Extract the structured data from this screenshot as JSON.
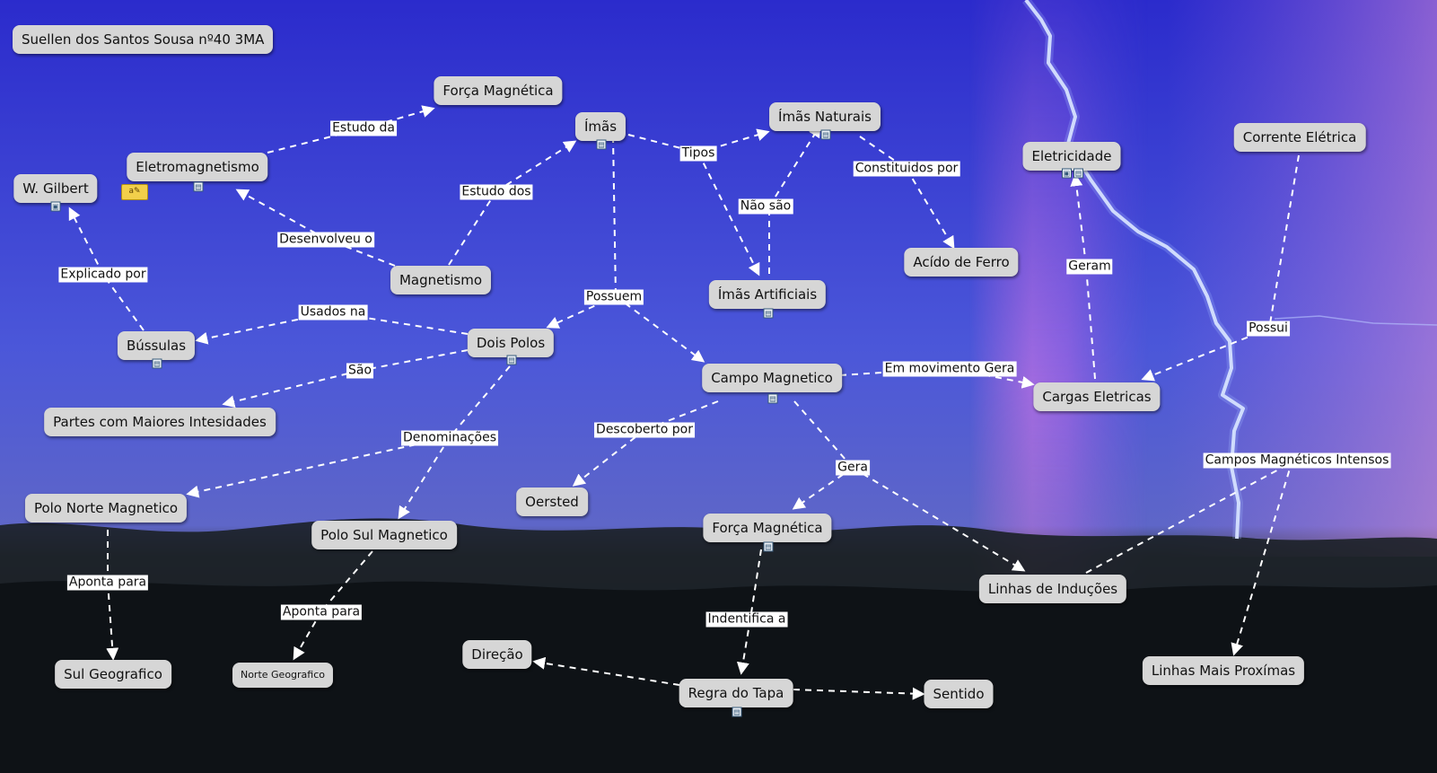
{
  "title": "Suellen dos Santos Sousa nº40 3MA",
  "nodes": {
    "forca_magnetica_top": "Força Magnética",
    "imas": "Ímãs",
    "imas_naturais": "Ímãs Naturais",
    "eletricidade": "Eletricidade",
    "corrente_eletrica": "Corrente Elétrica",
    "eletromagnetismo": "Eletromagnetismo",
    "w_gilbert": "W. Gilbert",
    "acido_de_ferro": "Acído de Ferro",
    "magnetismo": "Magnetismo",
    "imas_artificiais": "Ímãs Artificiais",
    "bussulas": "Bússulas",
    "dois_polos": "Dois Polos",
    "campo_magnetico": "Campo Magnetico",
    "cargas_eletricas": "Cargas Eletricas",
    "partes_maiores": "Partes com Maiores Intesidades",
    "polo_norte": "Polo Norte Magnetico",
    "oersted": "Oersted",
    "polo_sul": "Polo Sul Magnetico",
    "forca_magnetica_bottom": "Força Magnética",
    "linhas_inducoes": "Linhas de Induções",
    "sul_geografico": "Sul Geografico",
    "norte_geografico": "Norte Geografico",
    "direcao": "Direção",
    "regra_tapa": "Regra do Tapa",
    "sentido": "Sentido",
    "linhas_proximas": "Linhas Mais Proxímas"
  },
  "links": {
    "estudo_da": "Estudo da",
    "estudo_dos": "Estudo dos",
    "tipos": "Tipos",
    "nao_sao": "Não são",
    "constituidos_por": "Constituidos por",
    "desenvolveu_o": "Desenvolveu o",
    "explicado_por": "Explicado por",
    "geram": "Geram",
    "possuem": "Possuem",
    "usados_na": "Usados na",
    "possui": "Possui",
    "sao": "São",
    "em_movimento_gera": "Em movimento Gera",
    "denominacoes": "Denominações",
    "descoberto_por": "Descoberto por",
    "gera": "Gera",
    "campos_intensos": "Campos Magnéticos Intensos",
    "aponta_para_1": "Aponta para",
    "aponta_para_2": "Aponta para",
    "indentifica_a": "Indentifica  a"
  },
  "icons": {
    "note": "a✎"
  },
  "colors": {
    "node_fill": "#d6d6d6",
    "sky_top": "#2e2fd0",
    "sky_mid": "#4a58d8",
    "ground": "#0c0f14",
    "edge": "#ffffff"
  }
}
